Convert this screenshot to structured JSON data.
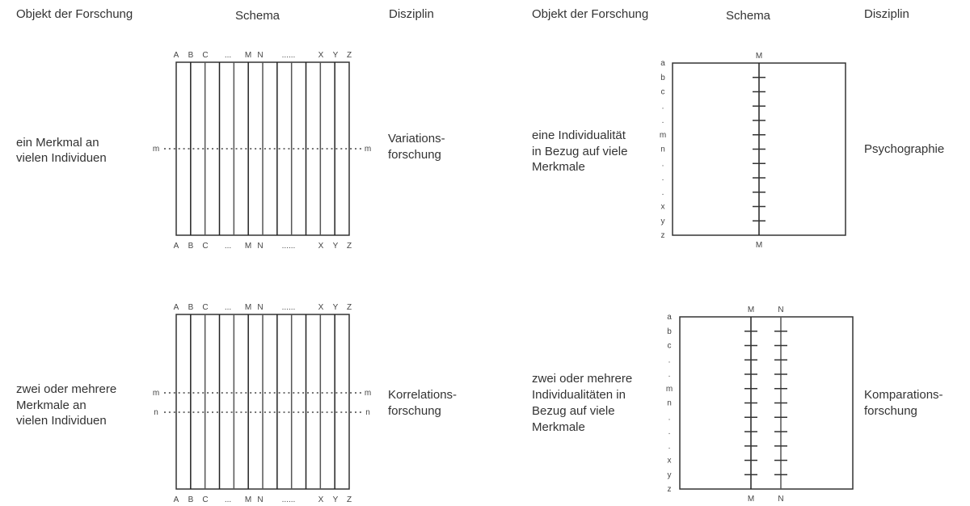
{
  "headers_left": {
    "object": "Objekt der Forschung",
    "schema": "Schema",
    "discipline": "Disziplin"
  },
  "headers_right": {
    "object": "Objekt der Forschung",
    "schema": "Schema",
    "discipline": "Disziplin"
  },
  "column_labels": [
    "A",
    "B",
    "C",
    "...",
    "M",
    "N",
    "......",
    "X",
    "Y",
    "Z"
  ],
  "row_labels": [
    "a",
    "b",
    "c",
    ".",
    ".",
    "m",
    "n",
    ".",
    ".",
    ".",
    "x",
    "y",
    "z"
  ],
  "panels": {
    "variation": {
      "object_lines": [
        "ein Merkmal an",
        "vielen Individuen"
      ],
      "discipline_lines": [
        "Variations-",
        "forschung"
      ],
      "trait_labels": [
        "m"
      ]
    },
    "correlation": {
      "object_lines": [
        "zwei oder mehrere",
        "Merkmale an",
        "vielen Individuen"
      ],
      "discipline_lines": [
        "Korrelations-",
        "forschung"
      ],
      "trait_labels": [
        "m",
        "n"
      ]
    },
    "psychography": {
      "object_lines": [
        "eine Individualität",
        "in Bezug auf viele",
        "Merkmale"
      ],
      "discipline_lines": [
        "Psychographie"
      ],
      "individual_labels": [
        "M"
      ]
    },
    "comparison": {
      "object_lines": [
        "zwei oder mehrere",
        "Individualitäten in",
        "Bezug auf viele",
        "Merkmale"
      ],
      "discipline_lines": [
        "Komparations-",
        "forschung"
      ],
      "individual_labels": [
        "M",
        "N"
      ]
    }
  }
}
